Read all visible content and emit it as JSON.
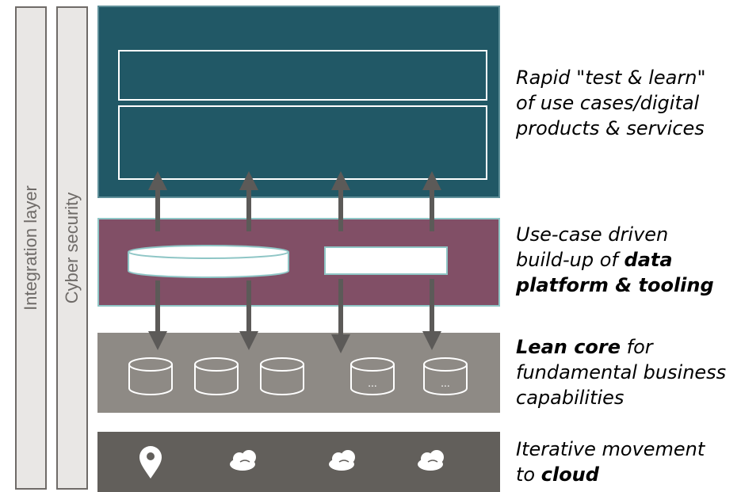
{
  "side_bars": {
    "integration": "Integration layer",
    "security": "Cyber security"
  },
  "captions": {
    "rapid": {
      "line1": "Rapid \"test & learn\"",
      "line2": "of use cases/digital",
      "line3": "products & services"
    },
    "usecase": {
      "line1": "Use-case driven",
      "line2_pre": "build-up of ",
      "line2_bold": "data",
      "line3": "platform & tooling"
    },
    "lean": {
      "line1_bold": "Lean core",
      "line1_post": " for",
      "line2": "fundamental business",
      "line3": "capabilities"
    },
    "cloud": {
      "line1": "Iterative movement",
      "line2_pre": "to ",
      "line2_bold": "cloud"
    }
  },
  "db_labels": {
    "ellipsis": "..."
  },
  "colors": {
    "teal": "#215866",
    "maroon": "#814f66",
    "grey": "#8e8a85",
    "dark": "#625f5b",
    "arrow": "#5c5a58",
    "sidebar": "#e9e7e5"
  },
  "icons": [
    "location-pin-icon",
    "cloud-icon",
    "cloud-icon",
    "cloud-icon"
  ]
}
